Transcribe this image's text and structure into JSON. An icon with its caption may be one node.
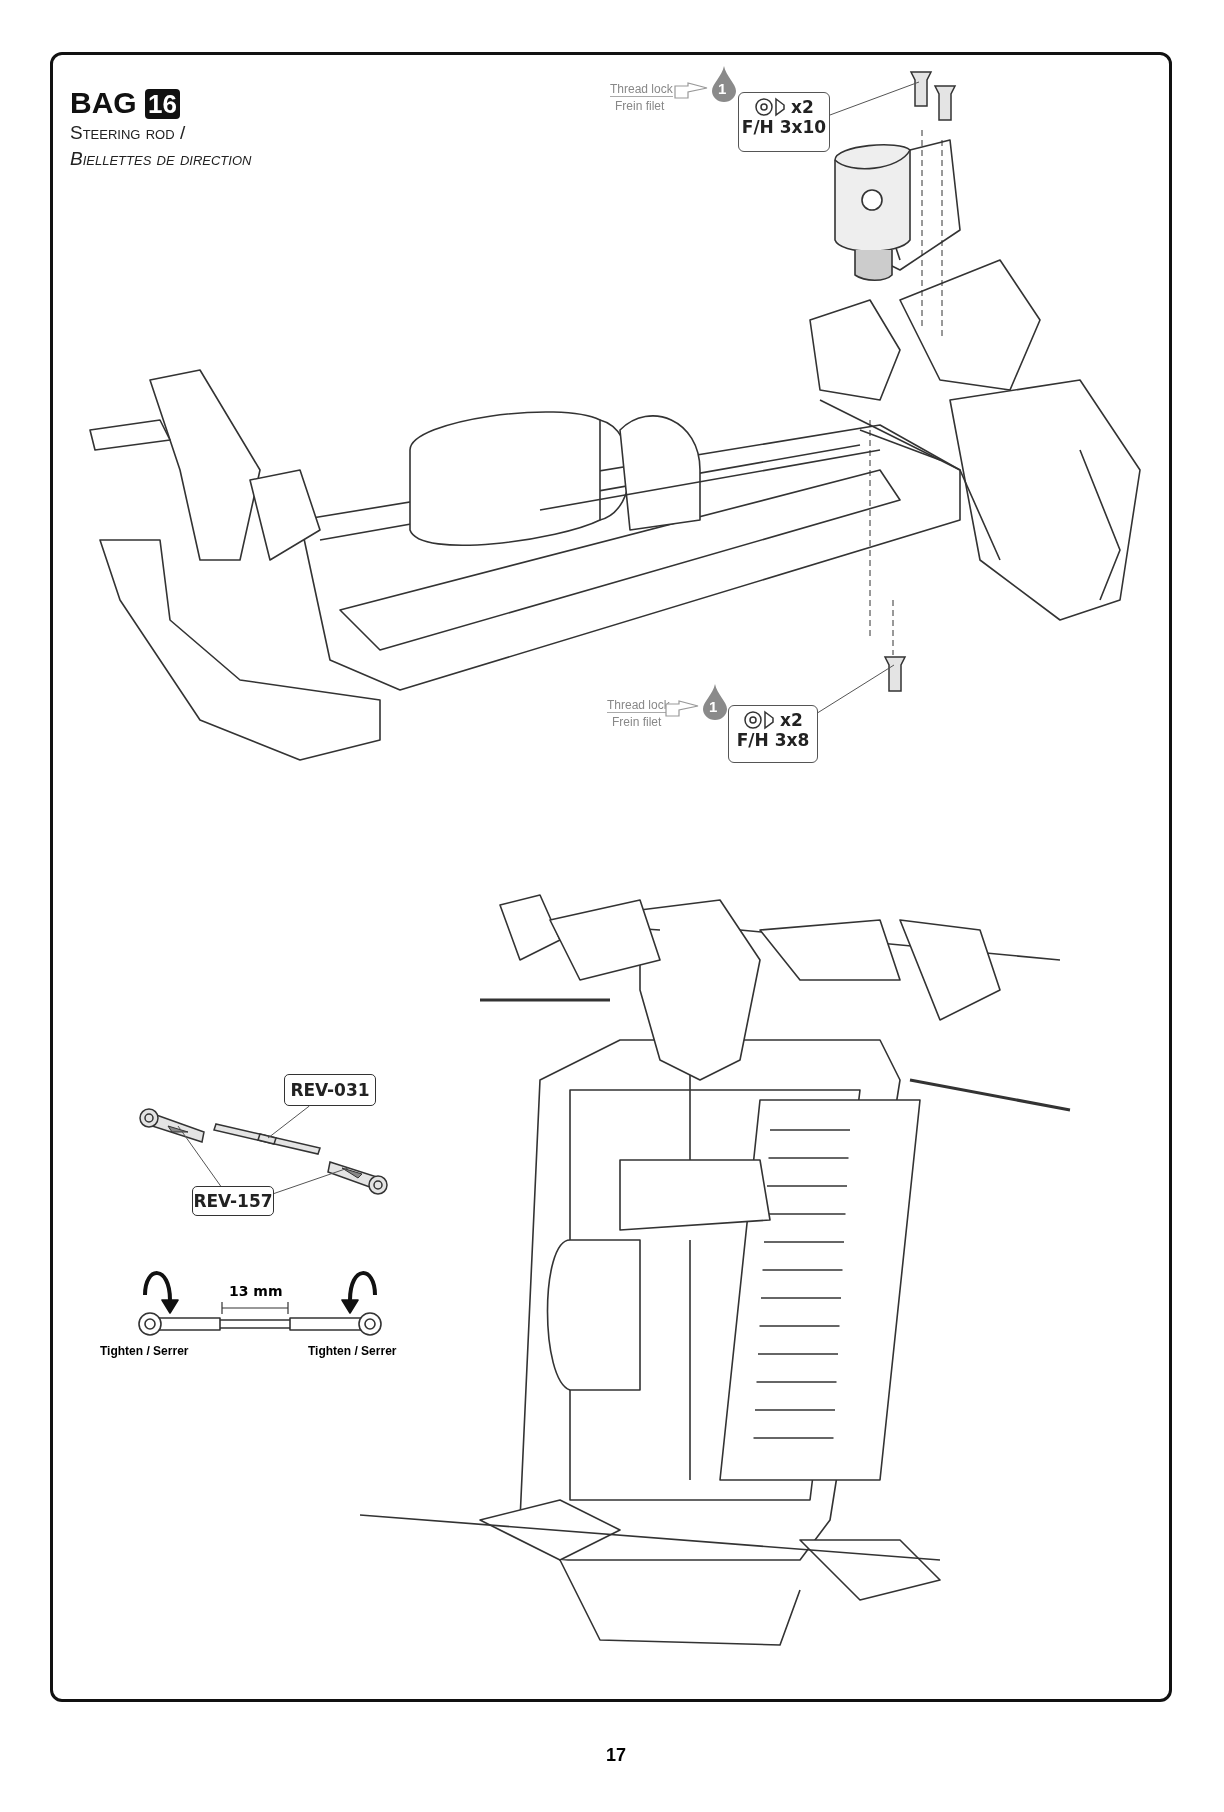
{
  "diagram": {
    "title": "BAG 16",
    "nodes": [
      {
        "text": [
          "x2",
          "F/H 3x10"
        ]
      },
      {
        "text": [],
        "shape": "picture"
      },
      {
        "text": [
          "x2",
          "F/H 3x8"
        ]
      },
      {
        "text": [],
        "shape": "picture"
      },
      {
        "text": [
          "REV-031"
        ]
      },
      {
        "text": [],
        "shape": "picture"
      },
      {
        "text": [
          "REV-157"
        ]
      },
      {
        "text": [],
        "shape": "picture"
      },
      {
        "text": [],
        "shape": "picture"
      }
    ],
    "edges": [
      {
        "from": 0,
        "to": 1,
        "arrow": "none"
      },
      {
        "from": 2,
        "to": 3,
        "arrow": "none"
      },
      {
        "from": 4,
        "to": 5,
        "arrow": "none"
      },
      {
        "from": 6,
        "to": 7,
        "arrow": "none"
      },
      {
        "from": 6,
        "to": 8,
        "arrow": "none"
      }
    ],
    "labels": [
      "Steering rod /",
      "Biellettes de direction",
      "Thread lock",
      "Frein filet",
      "1",
      "Thread lock",
      "Frein filet",
      "1",
      "13 mm",
      "Tighten / Serrer",
      "Tighten / Serrer",
      "17"
    ]
  }
}
